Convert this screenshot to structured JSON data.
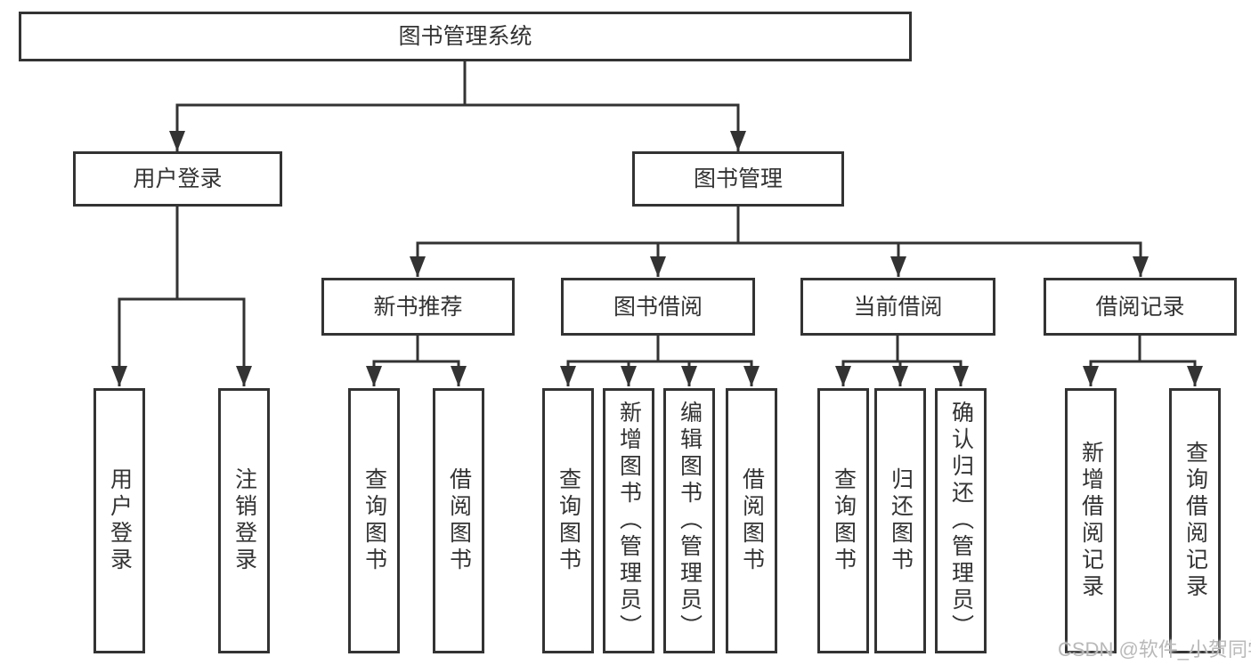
{
  "nodes": {
    "root": {
      "label": "图书管理系统"
    },
    "level2": [
      {
        "label": "用户登录"
      },
      {
        "label": "图书管理"
      }
    ],
    "level3": [
      {
        "label": "新书推荐"
      },
      {
        "label": "图书借阅"
      },
      {
        "label": "当前借阅"
      },
      {
        "label": "借阅记录"
      }
    ],
    "leaves": [
      {
        "label": "用户登录",
        "parent": "用户登录"
      },
      {
        "label": "注销登录",
        "parent": "用户登录"
      },
      {
        "label": "查询图书",
        "parent": "新书推荐"
      },
      {
        "label": "借阅图书",
        "parent": "新书推荐"
      },
      {
        "label": "查询图书",
        "parent": "图书借阅"
      },
      {
        "label": "新增图书（管理员）",
        "parent": "图书借阅"
      },
      {
        "label": "编辑图书（管理员）",
        "parent": "图书借阅"
      },
      {
        "label": "借阅图书",
        "parent": "图书借阅"
      },
      {
        "label": "查询图书",
        "parent": "当前借阅"
      },
      {
        "label": "归还图书",
        "parent": "当前借阅"
      },
      {
        "label": "确认归还（管理员）",
        "parent": "当前借阅"
      },
      {
        "label": "新增借阅记录",
        "parent": "借阅记录"
      },
      {
        "label": "查询借阅记录",
        "parent": "借阅记录"
      }
    ]
  },
  "watermark": "CSDN @软件_小贺同学",
  "colors": {
    "line": "#333333",
    "text": "#333333",
    "box_fill": "#ffffff",
    "background": "#ffffff",
    "watermark": "#b9b9b9"
  }
}
